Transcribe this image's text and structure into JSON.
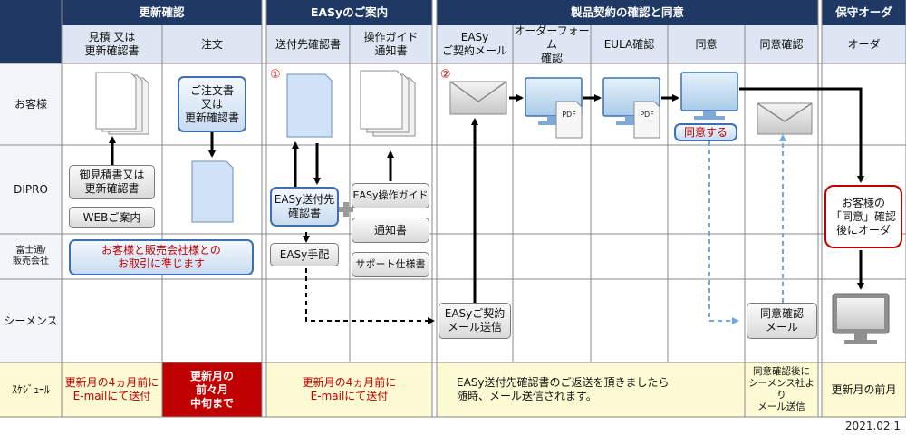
{
  "headers": {
    "renewal": "更新確認",
    "easy_guide": "EASyのご案内",
    "contract": "製品契約の確認と同意",
    "maintenance": "保守オーダ"
  },
  "subheaders": {
    "quote": "見積 又は\n更新確認書",
    "order": "注文",
    "recipient_form": "送付先確認書",
    "guide_notice": "操作ガイド\n通知書",
    "easy_mail": "EASy\nご契約メール",
    "order_form": "オーダーフォーム\n確認",
    "eula": "EULA確認",
    "consent": "同意",
    "consent_check": "同意確認",
    "order_col": "オーダ"
  },
  "rows": {
    "customer": "お客様",
    "dipro": "DIPRO",
    "fujitsu": "富士通/\n販売会社",
    "siemens": "シーメンス",
    "schedule": "ｽｹｼﾞｭｰﾙ"
  },
  "markers": {
    "one": "①",
    "two": "②"
  },
  "boxes": {
    "po_doc": "ご注文書\n又は\n更新確認書",
    "quote_doc": "御見積書又は\n更新確認書",
    "web_guide": "WEBご案内",
    "dealer_note": "お客様と販売会社様との\nお取引に準じます",
    "easy_form": "EASy送付先\n確認書",
    "easy_guide_box": "EASy操作ガイド",
    "notice": "通知書",
    "easy_arrange": "EASy手配",
    "support_spec": "サポート仕様書",
    "easy_mail_send": "EASyご契約\nメール送信",
    "agree_button": "同意する",
    "consent_mail": "同意確認\nメール",
    "order_after": "お客様の\n「同意」確認\n後にオーダ"
  },
  "pdf_labels": [
    "PDF",
    "PDF"
  ],
  "schedule": {
    "col1": "更新月の4ヵ月前に\nE-mailにて送付",
    "col2": "更新月の\n前々月\n中旬まで",
    "col3": "更新月の4ヵ月前に\nE-mailにて送付",
    "col4": "EASy送付先確認書のご返送を頂きましたら\n随時、メール送信されます。",
    "col5": "同意確認後に\nシーメンス社より\nメール送信",
    "col6": "更新月の前月"
  },
  "date": "2021.02.1",
  "colors": {
    "header_bg": "#1f3864",
    "subheader_bg": "#dde6f2",
    "schedule_bg": "#fdfbd3",
    "schedule_red_bg": "#c00000",
    "accent_red": "#c00000",
    "accent_blue": "#3d6fb4",
    "dashed_blue": "#6fa8dc"
  }
}
